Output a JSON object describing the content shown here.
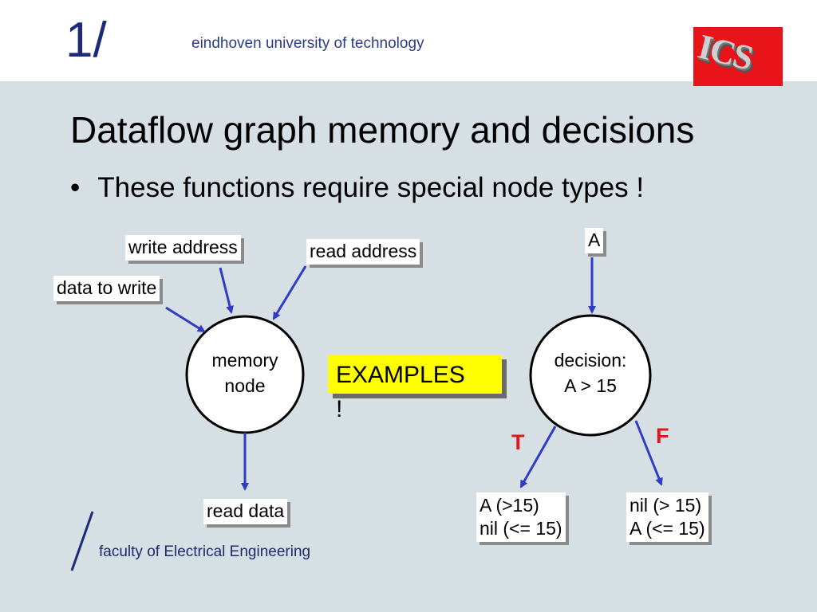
{
  "header": {
    "logo_mark": "1/",
    "university": "eindhoven university of technology",
    "ics_logo": "ICS"
  },
  "slide": {
    "title": "Dataflow graph memory and decisions",
    "bullet": "These functions require special node types !"
  },
  "diagram": {
    "memory": {
      "inputs": [
        "write address",
        "read address",
        "data to write"
      ],
      "node_lines": [
        "memory",
        "node"
      ],
      "output": "read data"
    },
    "callout": {
      "text": "EXAMPLES",
      "bang": "!"
    },
    "decision": {
      "input": "A",
      "node_lines": [
        "decision:",
        "A > 15"
      ],
      "true_label": "T",
      "false_label": "F",
      "true_output": [
        "A (>15)",
        "nil (<= 15)"
      ],
      "false_output": [
        "nil (> 15)",
        "A (<= 15)"
      ]
    }
  },
  "footer": {
    "faculty": "faculty of Electrical Engineering"
  },
  "colors": {
    "arrow": "#2f3cc4",
    "tf_red": "#e21818",
    "brand": "#1c2a78",
    "background": "#d5dfe4"
  }
}
